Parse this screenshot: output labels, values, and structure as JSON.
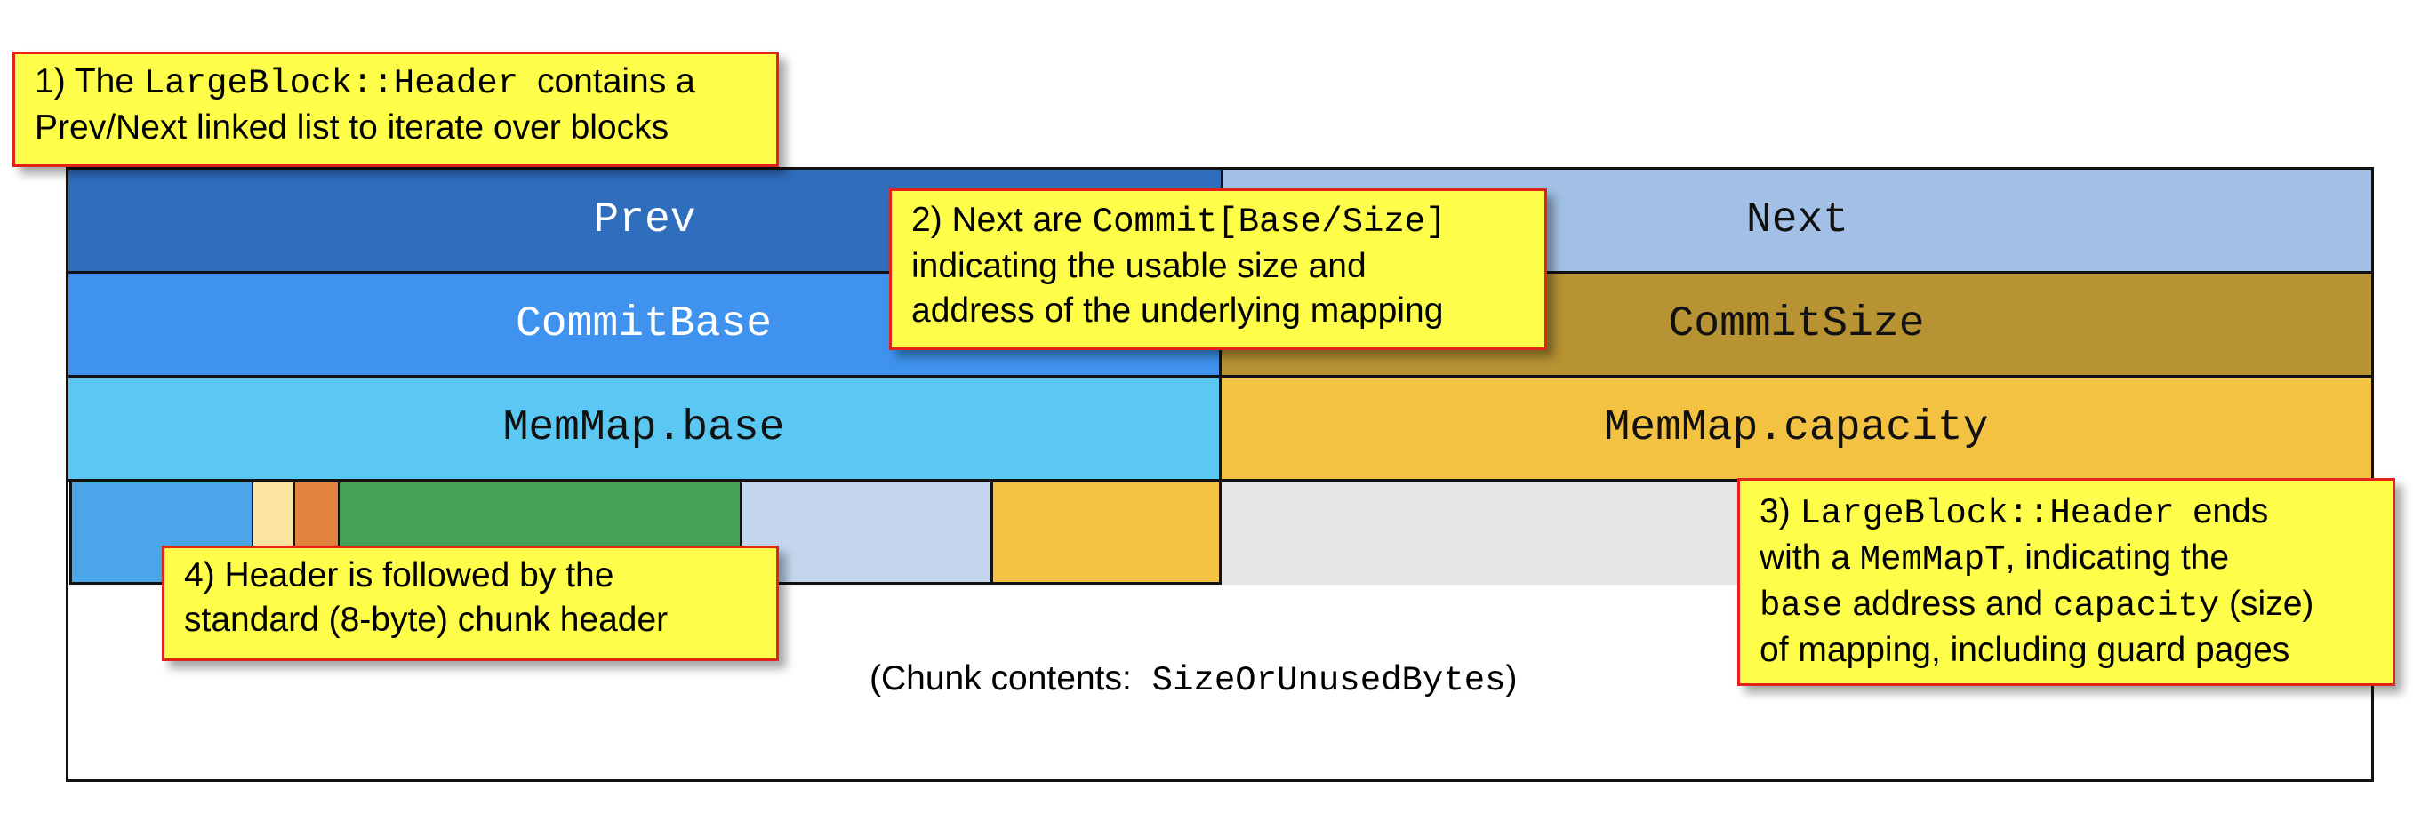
{
  "rows": {
    "prev": "Prev",
    "next": "Next",
    "commit_base": "CommitBase",
    "commit_size": "CommitSize",
    "memmap_base": "MemMap.base",
    "memmap_capacity": "MemMap.capacity"
  },
  "chunk_contents": {
    "prefix": "(Chunk contents:",
    "code": "SizeOrUnusedBytes",
    "suffix": ")"
  },
  "callouts": {
    "c1": {
      "a": "1) The",
      "code": "LargeBlock::Header",
      "b": "contains a",
      "line2": "Prev/Next linked list to iterate over blocks"
    },
    "c2": {
      "a": "2) Next are",
      "code": "Commit[Base/Size]",
      "line2": "indicating the usable size  and",
      "line3": "address of the underlying mapping"
    },
    "c3": {
      "a": "3)",
      "code1": "LargeBlock::Header",
      "b": "ends",
      "c": "with a",
      "code2": "MemMapT",
      "d": ",  indicating the",
      "code3": "base",
      "e": "address and",
      "code4": "capacity",
      "f": "(size)",
      "line4": "of mapping, including guard pages"
    },
    "c4": {
      "line1": "4) Header is followed by the",
      "line2": "standard (8-byte) chunk header"
    }
  },
  "colors": {
    "prev": "#2f6dbd",
    "next": "#a3c1e6",
    "commit_base": "#3f93ef",
    "commit_size": "#b89333",
    "memmap_base": "#5bc8f3",
    "memmap_capacity": "#f4c243",
    "callout_fill": "#fdfd4a",
    "callout_border": "#e2231a"
  }
}
